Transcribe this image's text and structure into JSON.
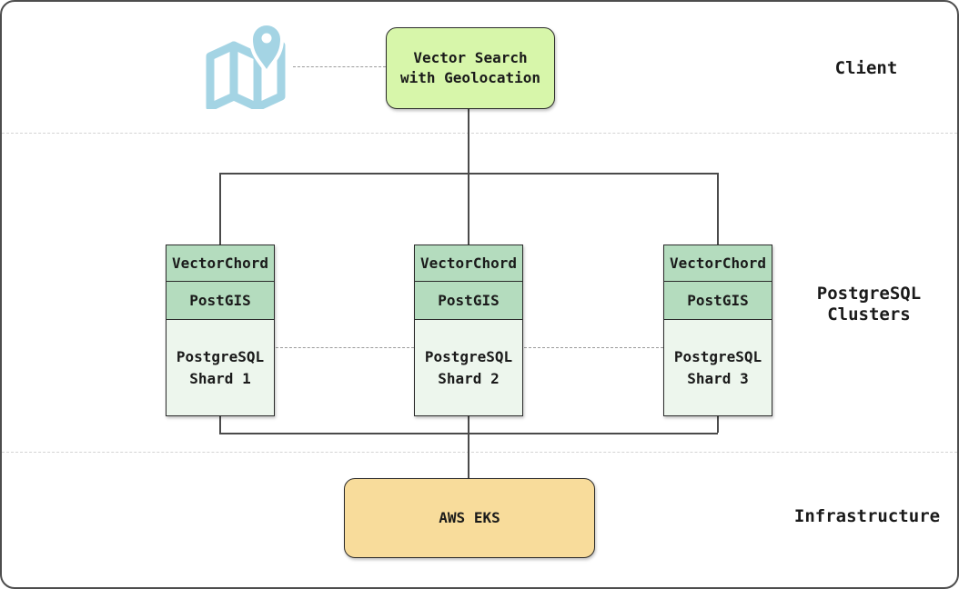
{
  "lanes": {
    "client": {
      "label": "Client"
    },
    "postgresql_clusters": {
      "label": "PostgreSQL\nClusters"
    },
    "infrastructure": {
      "label": "Infrastructure"
    }
  },
  "nodes": {
    "client_app": {
      "label": "Vector Search\nwith Geolocation",
      "fill": "#d7f6aa"
    },
    "shards": [
      {
        "extensions": [
          "VectorChord",
          "PostGIS"
        ],
        "name": "PostgreSQL\nShard 1"
      },
      {
        "extensions": [
          "VectorChord",
          "PostGIS"
        ],
        "name": "PostgreSQL\nShard 2"
      },
      {
        "extensions": [
          "VectorChord",
          "PostGIS"
        ],
        "name": "PostgreSQL\nShard 3"
      }
    ],
    "infrastructure": {
      "label": "AWS EKS",
      "fill": "#f8dc9b"
    }
  },
  "icons": {
    "map_geolocation": {
      "name": "map-geolocation-icon",
      "color": "#a4d4e4"
    }
  },
  "colors": {
    "shard_header_fill": "#b4dcbe",
    "shard_body_fill": "#edf6ed",
    "node_border": "#2b2b2b",
    "connector": "#4a4a4a",
    "dashed_connector": "#9b9b9b",
    "lane_divider": "#d4d4d4",
    "canvas_border": "#4d4d4d"
  }
}
